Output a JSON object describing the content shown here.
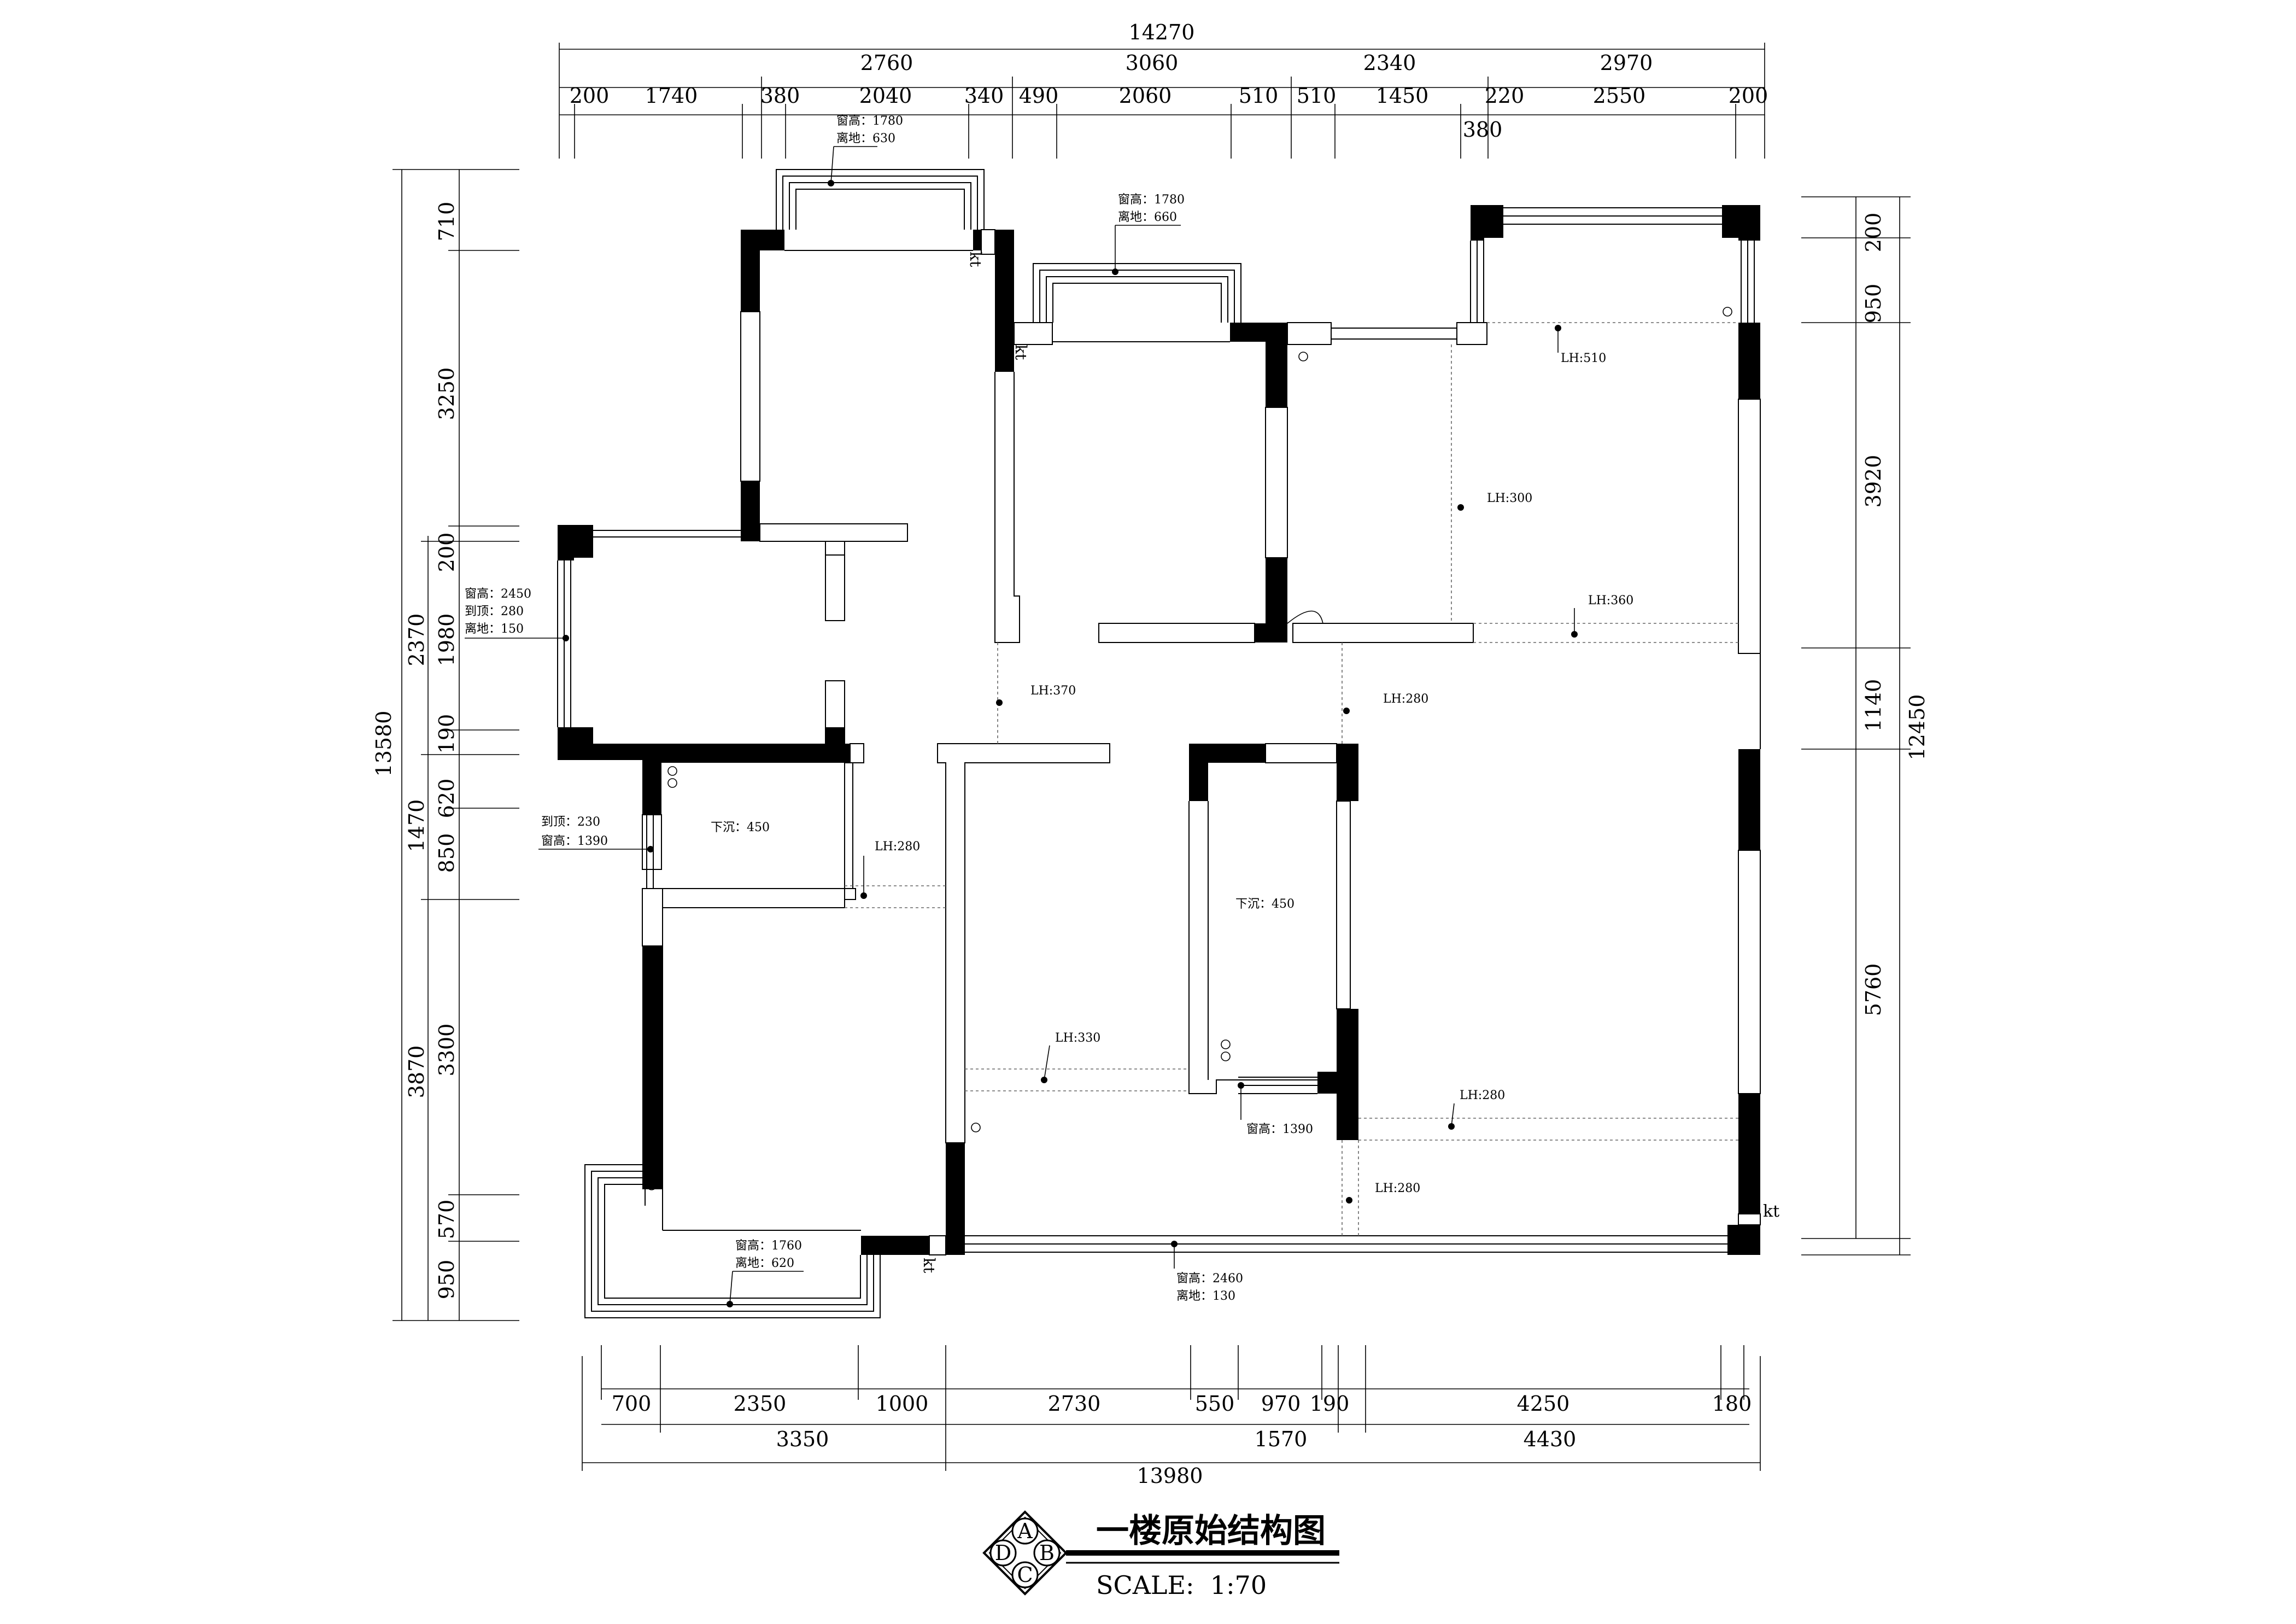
{
  "title": "一楼原始结构图",
  "scale_label": "SCALE:  1:70",
  "compass": [
    "A",
    "B",
    "C",
    "D"
  ],
  "dims_top_overall": "14270",
  "dims_top_l1": [
    "2760",
    "3060",
    "2340",
    "2970"
  ],
  "dims_top_l2": [
    "200",
    "1740",
    "380",
    "2040",
    "340",
    "490",
    "2060",
    "510",
    "510",
    "1450",
    "220",
    "2550",
    "200"
  ],
  "dims_top_extra": "380",
  "dims_bottom_l1": [
    "700",
    "2350",
    "1000",
    "2730",
    "550",
    "970",
    "190",
    "4250",
    "180"
  ],
  "dims_bottom_l2": [
    "3350",
    "1570",
    "4430"
  ],
  "dims_bottom_overall": "13980",
  "dims_left_overall": "13580",
  "dims_left_l1": [
    "2370",
    "1470",
    "3870"
  ],
  "dims_left_l2": [
    "710",
    "3250",
    "200",
    "1980",
    "190",
    "620",
    "850",
    "3300",
    "570",
    "950"
  ],
  "dims_right_l1": [
    "950",
    "200",
    "3920",
    "1140",
    "5760"
  ],
  "dims_right_overall": "12450",
  "notes": {
    "top_window_1": [
      "窗高：1780",
      "离地：630"
    ],
    "top_window_2": [
      "窗高：1780",
      "离地：660"
    ],
    "left_window": [
      "窗高：2450",
      "到顶：280",
      "离地：150"
    ],
    "small_window": [
      "到顶：230",
      "窗高：1390"
    ],
    "bottom_window_left": [
      "窗高：1760",
      "离地：620"
    ],
    "bottom_window_right": [
      "窗高：2460",
      "离地：130"
    ],
    "window_center": "窗高：1390",
    "sink_1": "下沉：450",
    "sink_2": "下沉：450",
    "lh": [
      "LH:510",
      "LH:300",
      "LH:360",
      "LH:370",
      "LH:280",
      "LH:280",
      "LH:330",
      "LH:280",
      "LH:280"
    ],
    "kt": [
      "kt",
      "kt",
      "kt",
      "kt"
    ]
  }
}
